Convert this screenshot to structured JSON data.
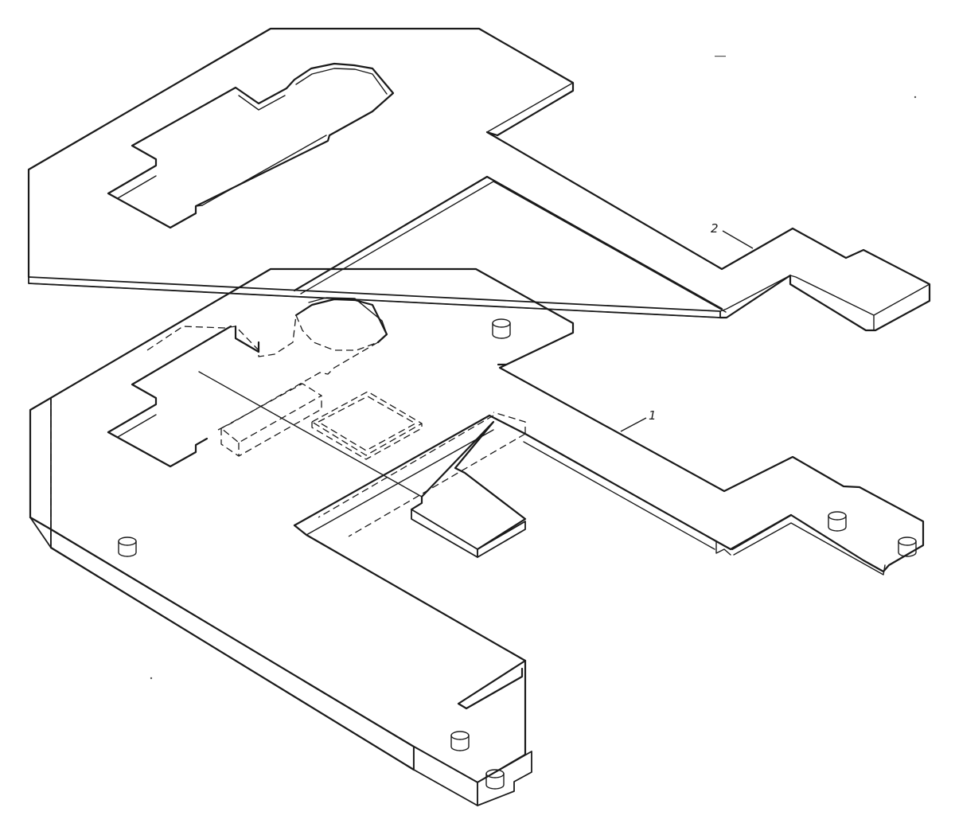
{
  "figure": {
    "callouts": [
      {
        "id": "callout-1",
        "label": "1"
      },
      {
        "id": "callout-2",
        "label": "2"
      }
    ]
  },
  "colors": {
    "ink": "#1a1a1a",
    "paper": "#ffffff"
  }
}
